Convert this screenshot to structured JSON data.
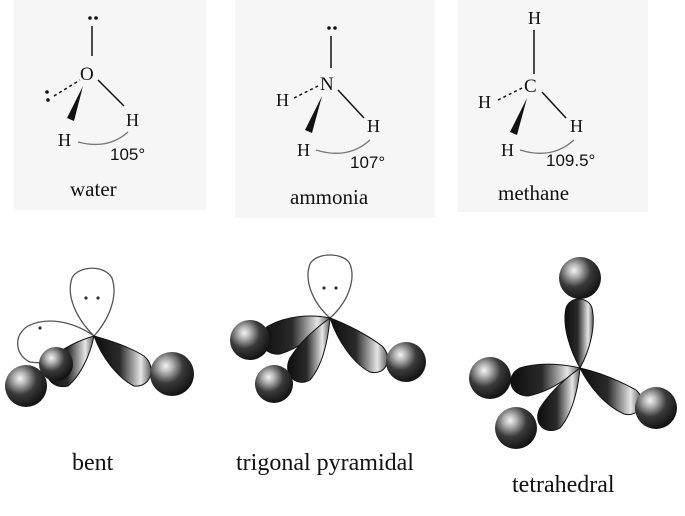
{
  "molecules": [
    {
      "name": "water",
      "central_atom": "O",
      "hydrogen_label": "H",
      "bond_angle": "105°",
      "shape": "bent"
    },
    {
      "name": "ammonia",
      "central_atom": "N",
      "hydrogen_label": "H",
      "bond_angle": "107°",
      "shape": "trigonal pyramidal"
    },
    {
      "name": "methane",
      "central_atom": "C",
      "hydrogen_label": "H",
      "bond_angle": "109.5°",
      "shape": "tetrahedral"
    }
  ],
  "colors": {
    "panel_background": "#f6f6f6",
    "lobe_dark": "#111111",
    "lobe_highlight": "#f2f2f2",
    "lone_pair_outline": "#555555"
  }
}
